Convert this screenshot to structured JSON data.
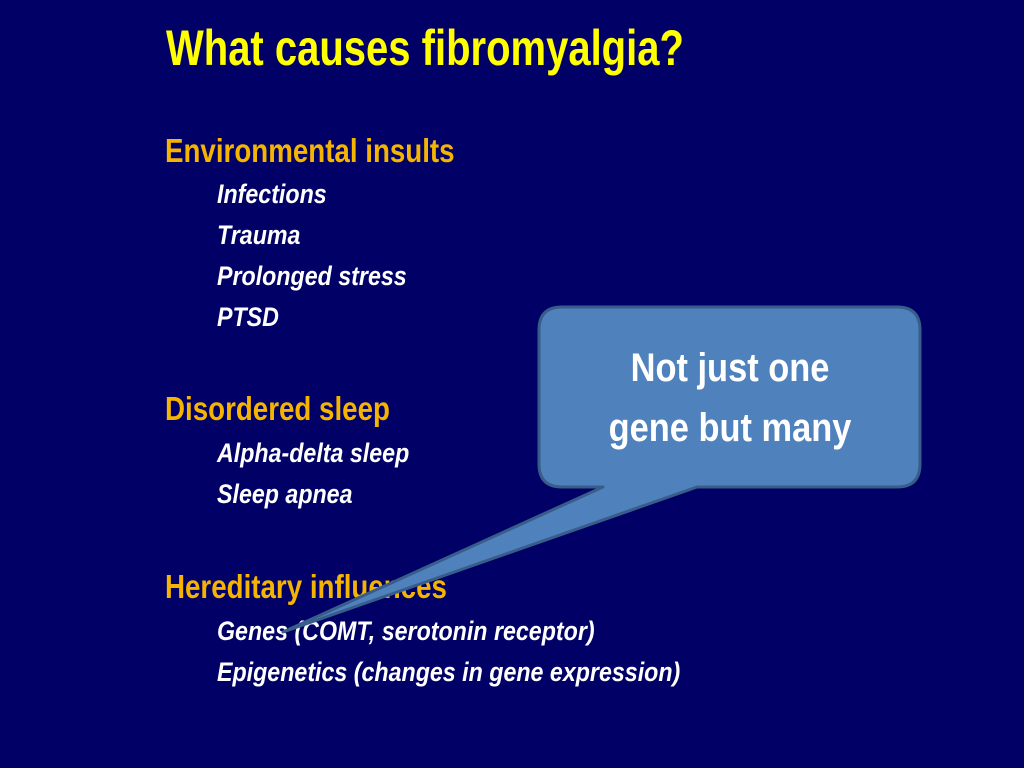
{
  "title": "What causes fibromyalgia?",
  "sections": [
    {
      "heading": "Environmental insults",
      "items": [
        "Infections",
        "Trauma",
        "Prolonged stress",
        "PTSD"
      ]
    },
    {
      "heading": "Disordered sleep",
      "items": [
        "Alpha-delta sleep",
        "Sleep apnea"
      ]
    },
    {
      "heading": "Hereditary influences",
      "items": [
        "Genes (COMT, serotonin receptor)",
        "Epigenetics (changes in gene expression)"
      ]
    }
  ],
  "callout": {
    "line1": "Not just one",
    "line2": "gene but many"
  },
  "colors": {
    "background": "#000066",
    "title": "#ffff00",
    "heading": "#f4b400",
    "body_text": "#ffffff",
    "callout_fill": "#4f81bd",
    "callout_border": "#385d8a"
  }
}
